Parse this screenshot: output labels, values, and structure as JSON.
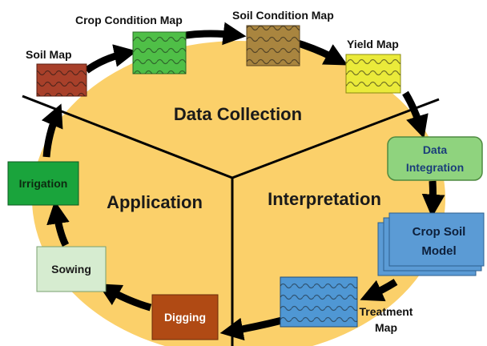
{
  "sectors": {
    "top": "Data Collection",
    "left": "Application",
    "right": "Interpretation"
  },
  "maps": {
    "soil": "Soil Map",
    "crop_condition": "Crop Condition Map",
    "soil_condition": "Soil Condition Map",
    "yield": "Yield Map",
    "treatment_line1": "Treatment",
    "treatment_line2": "Map"
  },
  "boxes": {
    "data_integration_line1": "Data",
    "data_integration_line2": "Integration",
    "crop_soil_line1": "Crop Soil",
    "crop_soil_line2": "Model",
    "digging": "Digging",
    "sowing": "Sowing",
    "irrigation": "Irrigation"
  },
  "colors": {
    "cycle_fill": "#fbd06a",
    "soil_map": "#a8402a",
    "crop_condition_map": "#4fbf47",
    "soil_condition_map": "#a9853f",
    "yield_map": "#eaea3a",
    "treatment_map": "#4f97d4",
    "data_integration": "#8fd37e",
    "crop_soil_model": "#5b9bd5",
    "digging": "#b04a14",
    "sowing": "#d6ecd0",
    "irrigation": "#1aa43c"
  }
}
